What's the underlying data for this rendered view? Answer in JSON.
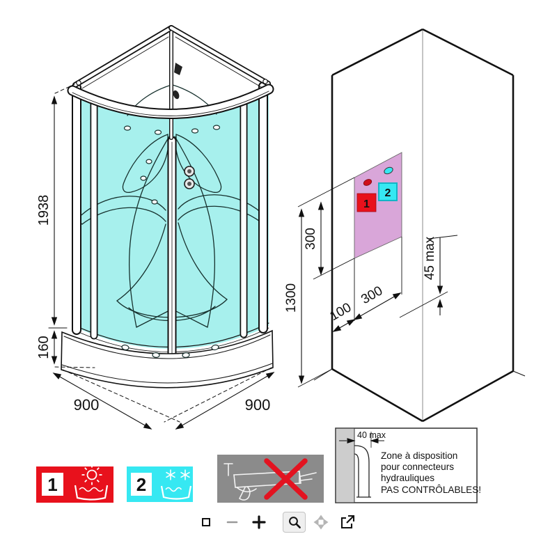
{
  "cabin_drawing": {
    "height": "1938",
    "base_height": "160",
    "width_left": "900",
    "width_right": "900"
  },
  "wall_drawing": {
    "zone_height": "300",
    "height_from_floor": "1300",
    "corner_offset": "100",
    "zone_width": "300",
    "floor_clearance": "45 max",
    "hot_marker": "1",
    "cold_marker": "2"
  },
  "legend": {
    "hot_number": "1",
    "cold_number": "2"
  },
  "hydraulic_note": {
    "dimension": "40 max",
    "lines": [
      "Zone à disposition",
      "pour connecteurs",
      "hydrauliques",
      "PAS CONTRÔLABLES!"
    ]
  },
  "colors": {
    "glass": "#a7f0ed",
    "zone": "#d9a6d9",
    "hot_red": "#e8111c",
    "cold_cyan": "#36e8f2",
    "cold_border": "#13b4c6",
    "prohibition_gray": "#8b8b8b",
    "cross_red": "#e31320",
    "wall_strip_gray": "#cdcdcd"
  },
  "toolbar": {
    "icons": [
      {
        "name": "reset-view-icon"
      },
      {
        "name": "zoom-out-icon"
      },
      {
        "name": "zoom-in-icon"
      },
      {
        "name": "magnifier-icon"
      },
      {
        "name": "pan-icon"
      },
      {
        "name": "open-external-icon"
      }
    ]
  }
}
